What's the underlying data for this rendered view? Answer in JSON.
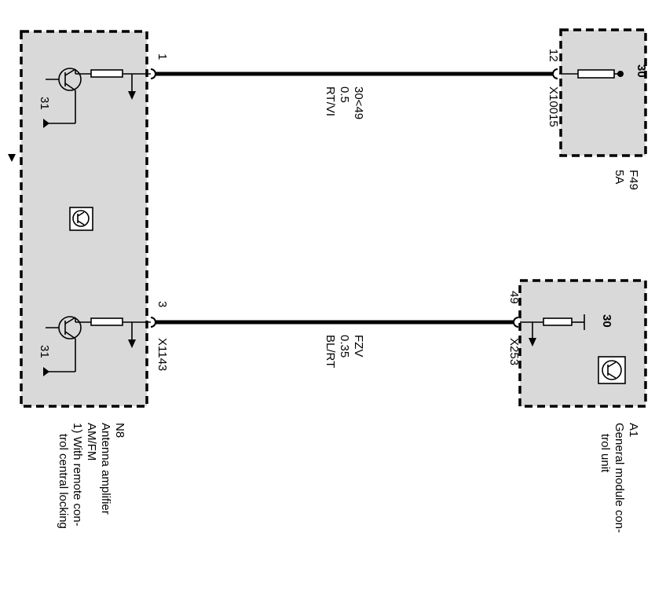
{
  "module_n8": {
    "id": "N8",
    "name_line1": "Antenna amplifier",
    "name_line2": "AM/FM",
    "note_line1": "1) With remote con-",
    "note_line2": "trol central locking",
    "ground_top": "31",
    "ground_bottom": "31",
    "pin_top": "1",
    "pin_bottom": "3",
    "connector": "X1143"
  },
  "module_f49": {
    "id": "F49",
    "rating": "5A",
    "terminal": "30",
    "pin": "12",
    "connector": "X10015"
  },
  "module_a1": {
    "id": "A1",
    "name_line1": "General module con-",
    "name_line2": "trol unit",
    "terminal": "30",
    "pin": "49",
    "connector": "X253"
  },
  "wire_top": {
    "signal": "30<49",
    "gauge": "0.5",
    "color": "RT/VI"
  },
  "wire_bottom": {
    "signal": "FZV",
    "gauge": "0.35",
    "color": "BL/RT"
  },
  "colors": {
    "module_fill": "#d9d9d9",
    "line": "#000000",
    "background": "#ffffff"
  }
}
